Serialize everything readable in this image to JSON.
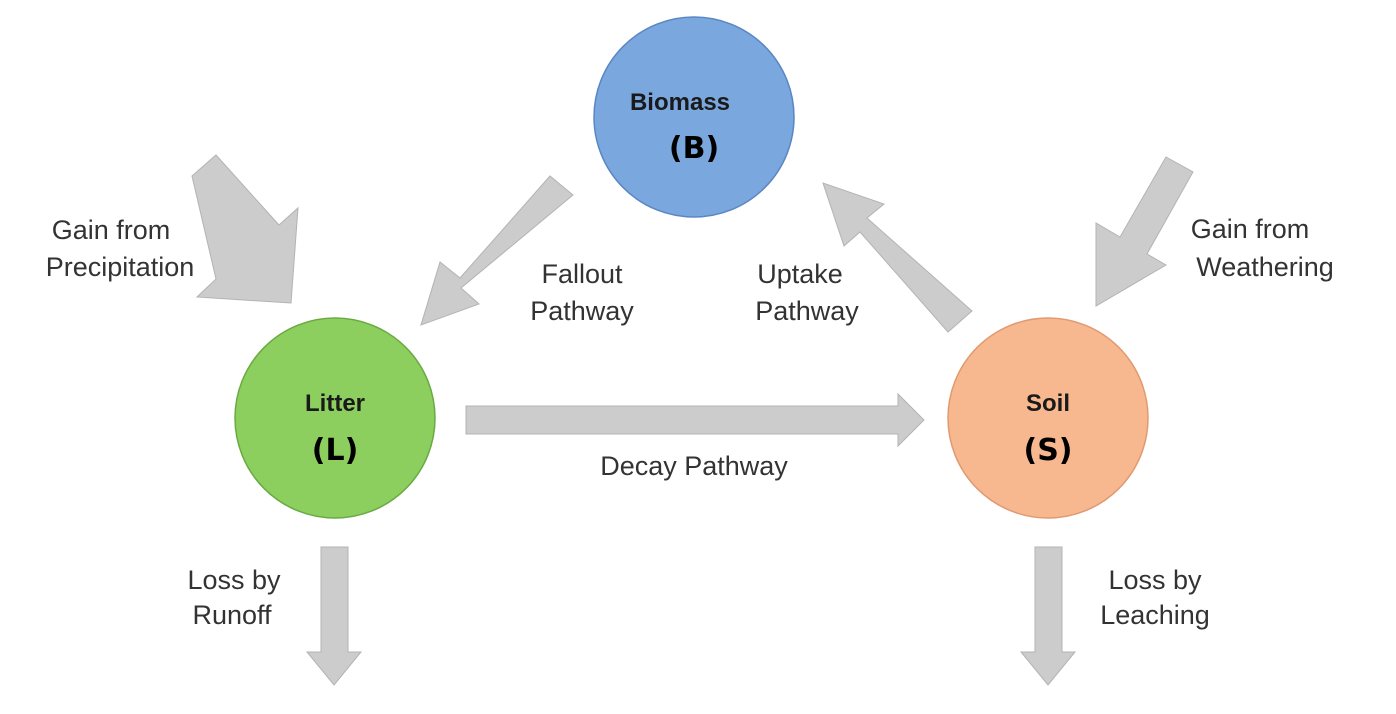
{
  "colors": {
    "arrow": "#cccccc",
    "arrow_stroke": "#b3b3b3",
    "biomass_fill": "#7aa7de",
    "biomass_stroke": "#5a86c3",
    "litter_fill": "#8dcf5f",
    "litter_stroke": "#6aaa42",
    "soil_fill": "#f8b88f",
    "soil_stroke": "#e09a72"
  },
  "nodes": {
    "biomass": {
      "name": "Biomass",
      "symbol": "B"
    },
    "litter": {
      "name": "Litter",
      "symbol": "L"
    },
    "soil": {
      "name": "Soil",
      "symbol": "S"
    }
  },
  "flows": {
    "precipitation": {
      "line1": "Gain from",
      "line2": "Precipitation"
    },
    "fallout": {
      "line1": "Fallout",
      "line2": "Pathway"
    },
    "uptake": {
      "line1": "Uptake",
      "line2": "Pathway"
    },
    "weathering": {
      "line1": "Gain from",
      "line2": "Weathering"
    },
    "decay": {
      "line1": "Decay Pathway"
    },
    "runoff": {
      "line1": "Loss by",
      "line2": "Runoff"
    },
    "leaching": {
      "line1": "Loss by",
      "line2": "Leaching"
    }
  }
}
